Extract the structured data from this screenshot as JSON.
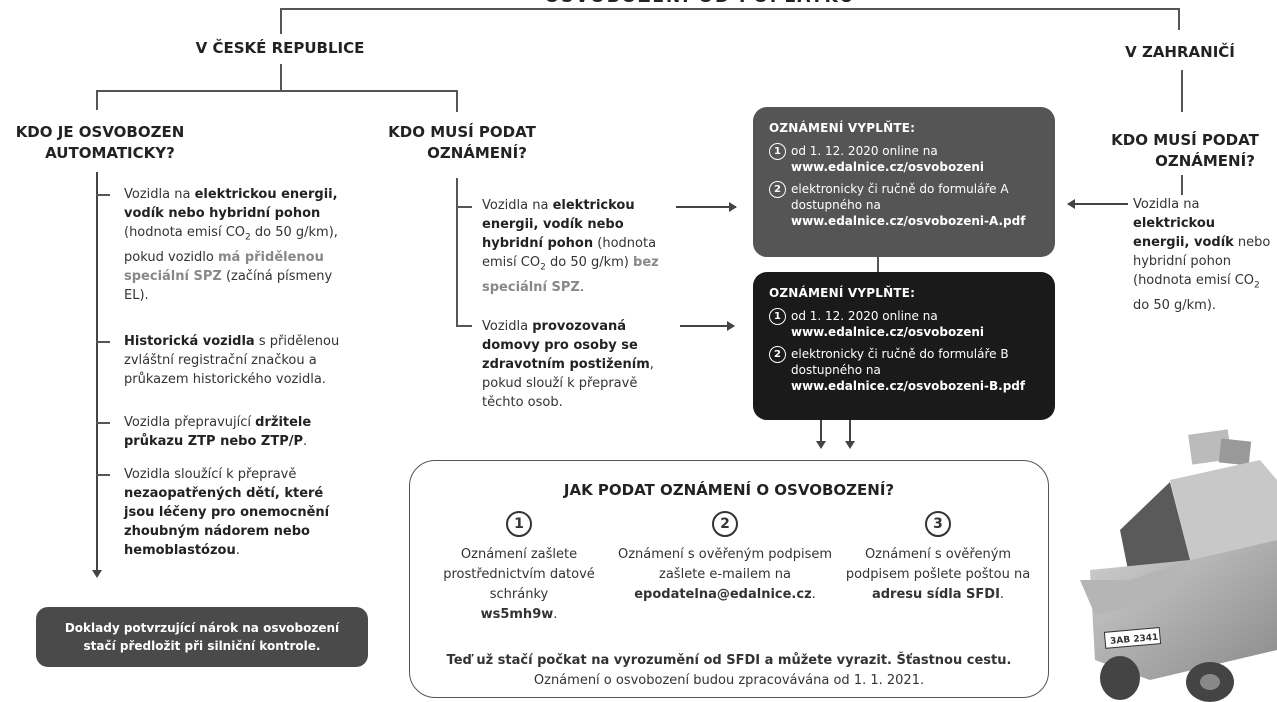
{
  "top_title": "OSVOBOZENÍ OD POPLATKU",
  "cz": {
    "header": "V ČESKÉ REPUBLICE",
    "auto_header_1": "KDO JE OSVOBOZEN",
    "auto_header_2": "AUTOMATICKY?",
    "must_header_1": "KDO MUSÍ PODAT",
    "must_header_2": "OZNÁMENÍ?",
    "auto_items": [
      {
        "pre": "Vozidla na ",
        "b1": "elektrickou energii, vodík nebo hybridní pohon",
        "mid": " (hodnota emisí CO",
        "sub": "2",
        "mid2": " do 50 g/km), pokud vozidlo ",
        "g1": "má přidělenou speciální SPZ",
        "post": " (začíná písmeny EL)."
      },
      {
        "b1": "Historická vozidla",
        "post": " s přidělenou zvláštní registrační značkou a průkazem historického vozidla."
      },
      {
        "pre": "Vozidla přepravující ",
        "b1": "držitele průkazu ZTP nebo ZTP/P",
        "post": "."
      },
      {
        "pre": "Vozidla sloužící k přepravě ",
        "b1": "nezaopatřených dětí, které jsou léčeny pro onemocnění zhoubným nádorem nebo hemoblastózou",
        "post": "."
      }
    ],
    "documents_note": "Doklady potvrzující nárok na osvobození stačí předložit při silniční kontrole.",
    "must_items": [
      {
        "pre": "Vozidla na ",
        "b1": "elektrickou energii, vodík nebo hybridní pohon",
        "mid": " (hodnota emisí CO",
        "sub": "2",
        "mid2": " do 50 g/km) ",
        "g1": "bez speciální SPZ",
        "post": "."
      },
      {
        "pre": "Vozidla ",
        "b1": "provozovaná domovy pro osoby se zdravotním postižením",
        "post": ", pokud slouží k přepravě těchto osob."
      }
    ]
  },
  "abroad": {
    "header": "V ZAHRANIČÍ",
    "must_header_1": "KDO MUSÍ PODAT",
    "must_header_2": "OZNÁMENÍ?",
    "item": {
      "pre": "Vozidla na ",
      "b1": "elektrickou energii, vodík",
      "mid": " nebo hybridní pohon (hodnota emisí CO",
      "sub": "2",
      "post": " do 50 g/km)."
    }
  },
  "form_a": {
    "title": "OZNÁMENÍ VYPLŇTE:",
    "num1": "1",
    "line1": "od 1. 12. 2020 online na",
    "link1": "www.edalnice.cz/osvobozeni",
    "num2": "2",
    "line2": "elektronicky či ručně do formuláře A dostupného na",
    "link2": "www.edalnice.cz/osvobozeni-A.pdf"
  },
  "form_b": {
    "title": "OZNÁMENÍ VYPLŇTE:",
    "num1": "1",
    "line1": "od 1. 12. 2020 online na",
    "link1": "www.edalnice.cz/osvobozeni",
    "num2": "2",
    "line2": "elektronicky či ručně do formuláře B dostupného na",
    "link2": "www.edalnice.cz/osvobozeni-B.pdf"
  },
  "how": {
    "title": "JAK PODAT OZNÁMENÍ O OSVOBOZENÍ?",
    "steps": [
      {
        "num": "1",
        "text": "Oznámení zašlete prostřednictvím datové schránky",
        "bold": "ws5mh9w",
        "post": "."
      },
      {
        "num": "2",
        "text": "Oznámení s ověřeným podpisem zašlete e-mailem na",
        "bold": "epodatelna@edalnice.cz",
        "post": "."
      },
      {
        "num": "3",
        "text": "Oznámení s ověřeným podpisem pošlete poštou na",
        "bold": "adresu sídla SFDI",
        "post": "."
      }
    ],
    "footer_bold": "Teď už stačí počkat na vyrozumění od SFDI a můžete vyrazit. Šťastnou cestu.",
    "footer": "Oznámení o osvobození budou zpracovávána od 1. 1. 2021."
  },
  "car_plate": "3AB 2341",
  "colors": {
    "form_a_bg": "#555555",
    "form_b_bg": "#1a1a1a",
    "note_bg": "#4a4a4a",
    "accent_gray": "#8a8a8a"
  }
}
